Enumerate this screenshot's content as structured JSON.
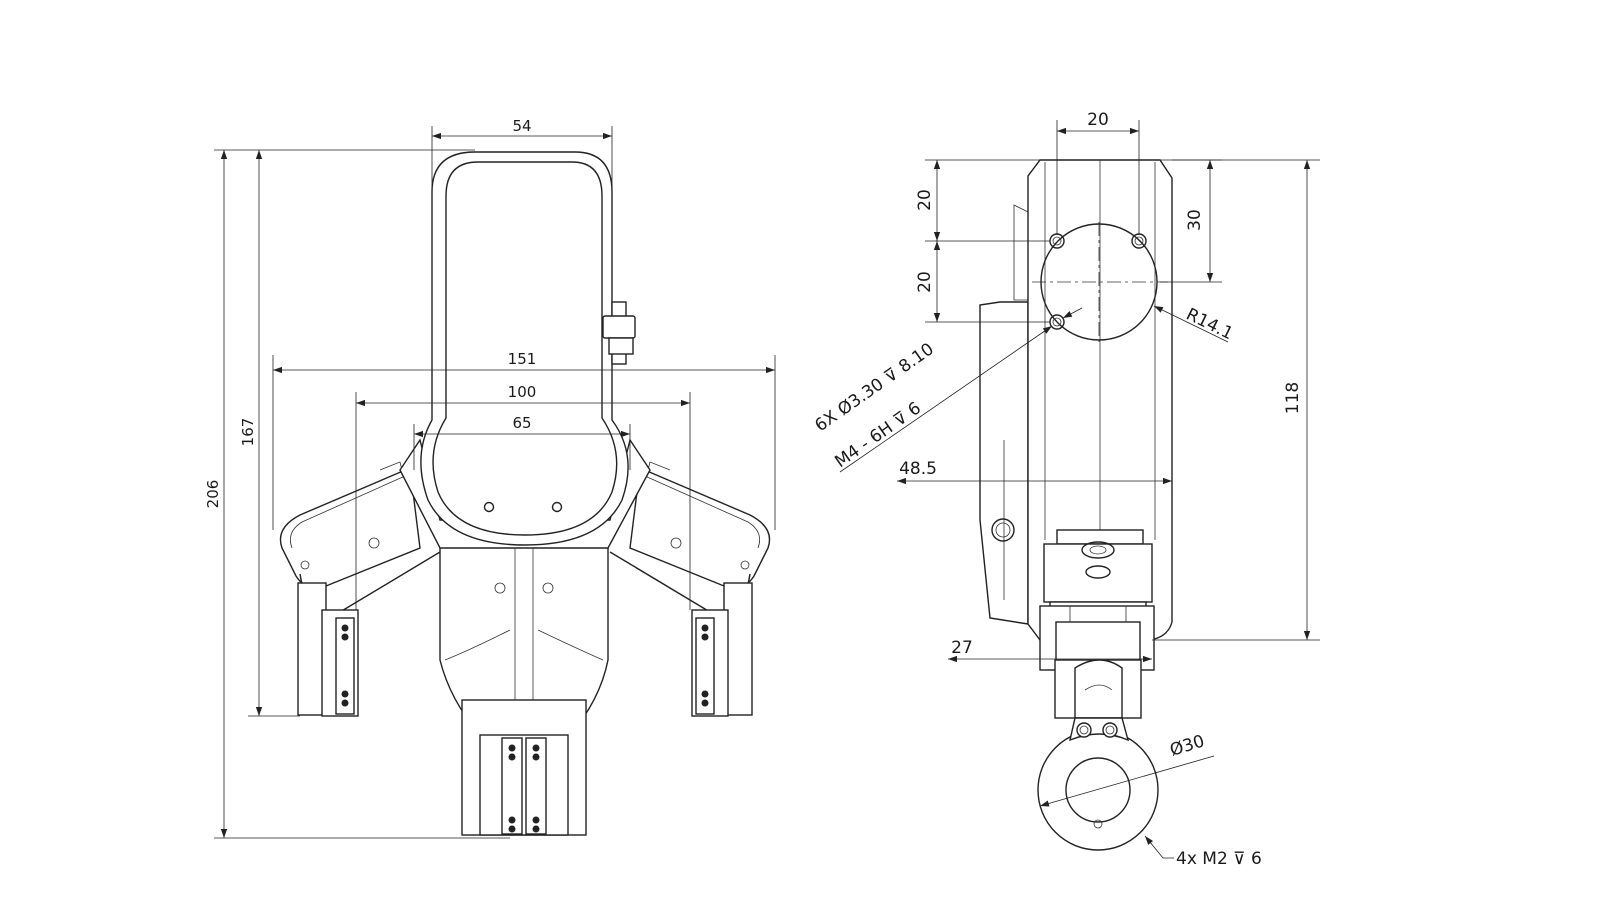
{
  "front_view": {
    "dim_width_top": "54",
    "dim_width_outer": "151",
    "dim_width_middle": "100",
    "dim_width_inner": "65",
    "dim_height_total": "206",
    "dim_height_fingers": "167"
  },
  "side_view": {
    "dim_hole_spacing": "20",
    "dim_vertical_a": "20",
    "dim_vertical_b": "20",
    "dim_center_offset": "30",
    "dim_radius": "R14.1",
    "dim_height": "118",
    "note_holes": "6X Ø3.30 ⊽ 8.10",
    "note_thread": "M4 - 6H ⊽ 6",
    "dim_depth": "48.5",
    "dim_lower": "27",
    "dim_diameter": "Ø30",
    "note_screws": "4x M2 ⊽ 6"
  }
}
